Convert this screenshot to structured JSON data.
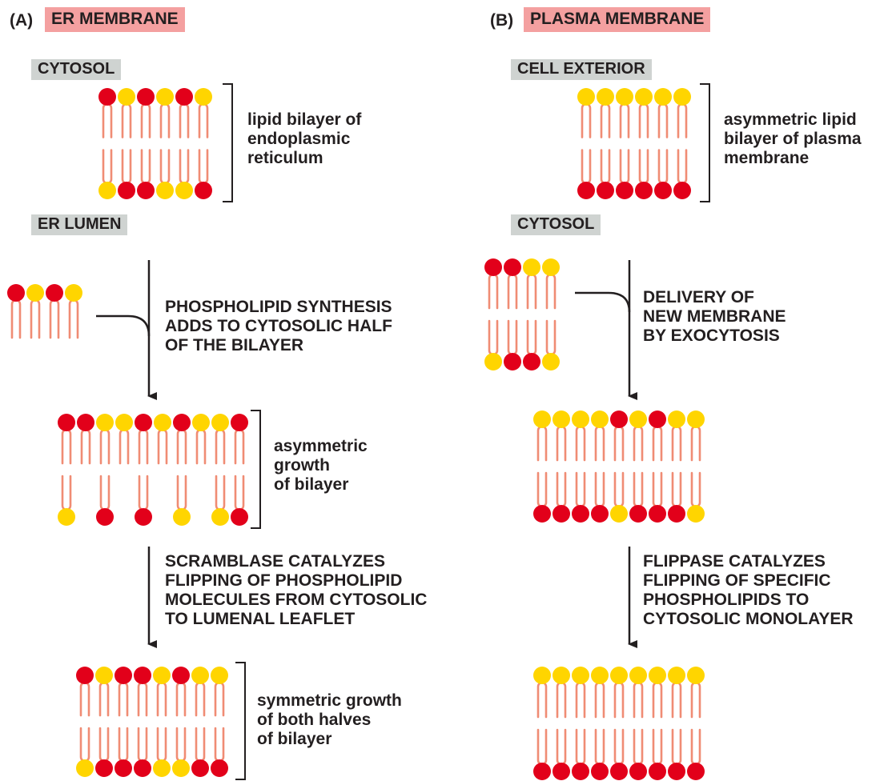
{
  "panel_a": {
    "letter": "(A)",
    "title": "ER MEMBRANE",
    "top_region": "CYTOSOL",
    "bottom_region": "ER LUMEN",
    "bilayer_label": "lipid bilayer of\nendoplasmic\nreticulum",
    "step1": "PHOSPHOLIPID SYNTHESIS\nADDS TO CYTOSOLIC HALF\nOF THE BILAYER",
    "growth_label": "asymmetric\ngrowth\nof bilayer",
    "step2": "SCRAMBLASE CATALYZES\nFLIPPING OF PHOSPHOLIPID\nMOLECULES FROM CYTOSOLIC\nTO LUMENAL LEAFLET",
    "final_label": "symmetric growth\nof both halves\nof bilayer"
  },
  "panel_b": {
    "letter": "(B)",
    "title": "PLASMA MEMBRANE",
    "top_region": "CELL EXTERIOR",
    "bottom_region": "CYTOSOL",
    "bilayer_label": "asymmetric lipid\nbilayer of plasma\nmembrane",
    "step1": "DELIVERY OF\nNEW MEMBRANE\nBY EXOCYTOSIS",
    "step2": "FLIPPASE CATALYZES\nFLIPPING OF SPECIFIC\nPHOSPHOLIPIDS TO\nCYTOSOLIC MONOLAYER"
  },
  "colors": {
    "red_head": "#e2001a",
    "yellow_head": "#ffd500",
    "tail": "#f08c74",
    "title_bg": "#f4a0a0",
    "region_bg": "#cfd3d1",
    "line": "#231f20"
  },
  "bilayers": {
    "a_initial": {
      "top": "RYRYRY",
      "bottom": "YRRYYR"
    },
    "a_new_lipids": {
      "top": "RYRY"
    },
    "a_asymmetric": {
      "top": "RRYYRYRYYR",
      "bottom": "Y.R.R.Y.YR"
    },
    "a_symmetric": {
      "top": "RYRRYRYY",
      "bottom": "YRRRYYRR"
    },
    "b_initial": {
      "top": "YYYYYY",
      "bottom": "RRRRRR"
    },
    "b_vesicle": {
      "top": "RRYY",
      "bottom": "YRRY"
    },
    "b_after_exocytosis": {
      "top": "YYYYRYRYY",
      "bottom": "RRRRYRRRY"
    },
    "b_final": {
      "top": "YYYYYYYYY",
      "bottom": "RRRRRRRRR"
    }
  }
}
